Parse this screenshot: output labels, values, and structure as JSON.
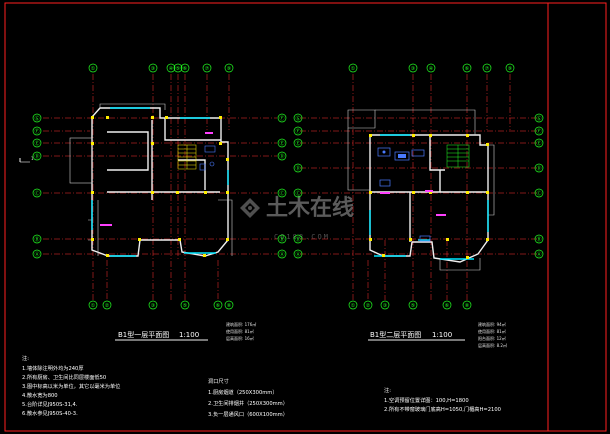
{
  "drawing": {
    "left_plan": {
      "title": "B1型一层平面图",
      "scale": "1:100",
      "area_lines": [
        "建筑面积: 176㎡",
        "使用面积: 81㎡",
        "层高面积: 16㎡"
      ],
      "axes_top": [
        "①",
        "③",
        "④",
        "⑤",
        "⑥",
        "⑦",
        "⑨"
      ],
      "axes_bottom": [
        "①",
        "②",
        "③",
        "⑤",
        "⑥",
        "⑧"
      ],
      "axes_left": [
        "Ⓖ",
        "Ⓕ",
        "Ⓔ",
        "Ⓓ",
        "Ⓒ",
        "Ⓑ",
        "Ⓐ"
      ],
      "axes_right": [
        "Ⓕ",
        "Ⓔ",
        "Ⓓ",
        "Ⓒ",
        "Ⓑ",
        "Ⓐ"
      ],
      "section_mark": "1"
    },
    "right_plan": {
      "title": "B1型二层平面图",
      "scale": "1:100",
      "area_lines": [
        "建筑面积: 94㎡",
        "使用面积: 81㎡",
        "阳台面积: 12㎡",
        "层高面积: 8.2㎡"
      ],
      "axes_top": [
        "①",
        "③",
        "④",
        "⑥",
        "⑦",
        "⑨"
      ],
      "axes_bottom": [
        "①",
        "②",
        "③",
        "⑤",
        "⑥",
        "⑧"
      ],
      "axes_left": [
        "Ⓖ",
        "Ⓕ",
        "Ⓔ",
        "Ⓓ",
        "Ⓒ",
        "Ⓑ",
        "Ⓐ"
      ],
      "axes_right": [
        "Ⓖ",
        "Ⓕ",
        "Ⓔ",
        "Ⓓ",
        "Ⓒ",
        "Ⓑ",
        "Ⓐ"
      ]
    },
    "notes_left": {
      "heading": "注:",
      "lines": [
        "1.墙体除注明外均为240厚",
        "2.所有厨房、卫生间比同层楼面低50",
        "3.图中标高以米为单位，其它以毫米为单位",
        "4.散水宽为800",
        "5.台阶详见J950S-31,4.",
        "6.散水参见J950S-40-3."
      ]
    },
    "notes_middle": {
      "heading": "洞口尺寸",
      "lines": [
        "1.厨房烟道（250X300mm）",
        "2.卫生间排烟井（250X300mm）",
        "3.负一层通风口（600X100mm）"
      ]
    },
    "notes_right": {
      "heading": "注:",
      "lines": [
        "1.空调预留位置详图：100,H=1800",
        "2.所有不带窗玻璃门底高H=1050,门楣高H=2100"
      ]
    },
    "watermark": {
      "text": "土木在线",
      "sub": "CO188.COM"
    },
    "colors": {
      "background": "#000000",
      "frame": "#ff2020",
      "axis_bubble": "#22ff22",
      "axis_line": "#ff3030",
      "wall": "#f0f0f0",
      "column": "#ffee00",
      "window": "#00e5ff",
      "furniture": "#4a7bff",
      "dimension": "#ff40ff"
    }
  }
}
